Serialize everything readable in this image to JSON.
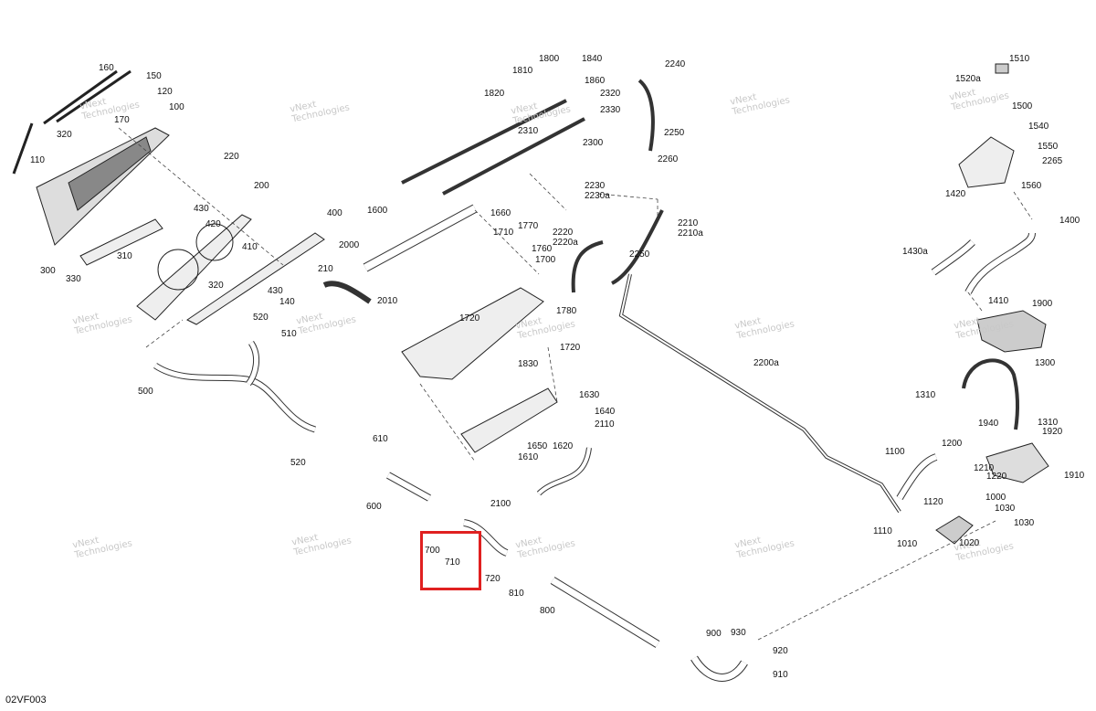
{
  "figure_code": "02VF003",
  "watermark": {
    "line1": "vNext",
    "line2": "Technologies"
  },
  "highlight_color": "#e02020",
  "labels": {
    "l160": "160",
    "l150": "150",
    "l120": "120",
    "l100": "100",
    "l170": "170",
    "l320a": "320",
    "l110": "110",
    "l220": "220",
    "l430a": "430",
    "l420": "420",
    "l200": "200",
    "l400": "400",
    "l410": "410",
    "l310": "310",
    "l300": "300",
    "l330": "330",
    "l320b": "320",
    "l430b": "430",
    "l140": "140",
    "l210": "210",
    "l2000": "2000",
    "l2010": "2010",
    "l520a": "520",
    "l510": "510",
    "l500": "500",
    "l520b": "520",
    "l610": "610",
    "l600": "600",
    "l700": "700",
    "l710": "710",
    "l720": "720",
    "l810": "810",
    "l800": "800",
    "l900": "900",
    "l930": "930",
    "l920": "920",
    "l910": "910",
    "l1810": "1810",
    "l1800": "1800",
    "l1840": "1840",
    "l1860": "1860",
    "l1820": "1820",
    "l2320": "2320",
    "l2330": "2330",
    "l2310": "2310",
    "l2300": "2300",
    "l2240": "2240",
    "l2250a": "2250",
    "l2260": "2260",
    "l2230": "2230",
    "l2230a": "2230a",
    "l2210": "2210",
    "l2210a": "2210a",
    "l2220": "2220",
    "l2220a": "2220a",
    "l2250b": "2250",
    "l1600": "1600",
    "l1660": "1660",
    "l1710": "1710",
    "l1770": "1770",
    "l1760": "1760",
    "l1700": "1700",
    "l1720a": "1720",
    "l1780": "1780",
    "l1720b": "1720",
    "l1830": "1830",
    "l1630": "1630",
    "l1640": "1640",
    "l2110": "2110",
    "l1650": "1650",
    "l1620": "1620",
    "l1610": "1610",
    "l2100": "2100",
    "l2200a": "2200a",
    "l1510": "1510",
    "l1520a": "1520a",
    "l1500": "1500",
    "l1540": "1540",
    "l1550": "1550",
    "l2265": "2265",
    "l1420": "1420",
    "l1560": "1560",
    "l1400": "1400",
    "l1430a": "1430a",
    "l1410": "1410",
    "l1900": "1900",
    "l1300": "1300",
    "l1310a": "1310",
    "l1310b": "1310",
    "l1940": "1940",
    "l1920": "1920",
    "l1910": "1910",
    "l1200": "1200",
    "l1100": "1100",
    "l1210": "1210",
    "l1220": "1220",
    "l1000": "1000",
    "l1120": "1120",
    "l1030a": "1030",
    "l1030b": "1030",
    "l1110": "1110",
    "l1010": "1010",
    "l1020": "1020"
  }
}
